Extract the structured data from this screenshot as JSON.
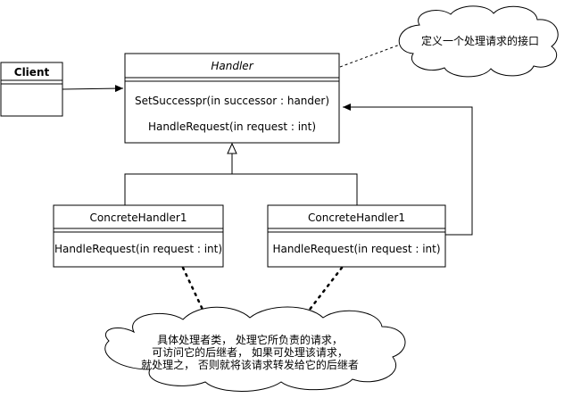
{
  "client": {
    "title": "Client"
  },
  "handler": {
    "title": "Handler",
    "methods": [
      "SetSuccesspr(in successor : hander)",
      "HandleRequest(in request  :  int)"
    ]
  },
  "concrete_left": {
    "title": "ConcreteHandler1",
    "method": "HandleRequest(in request  :  int)"
  },
  "concrete_right": {
    "title": "ConcreteHandler1",
    "method": "HandleRequest(in request  :  int)"
  },
  "note_top": {
    "text": "定义一个处理请求的接口"
  },
  "note_bottom": {
    "lines": [
      "具体处理者类，  处理它所负责的请求，",
      "可访问它的后继者，  如果可处理该请求，",
      "就处理之，  否则就将该请求转发给它的后继者"
    ]
  }
}
